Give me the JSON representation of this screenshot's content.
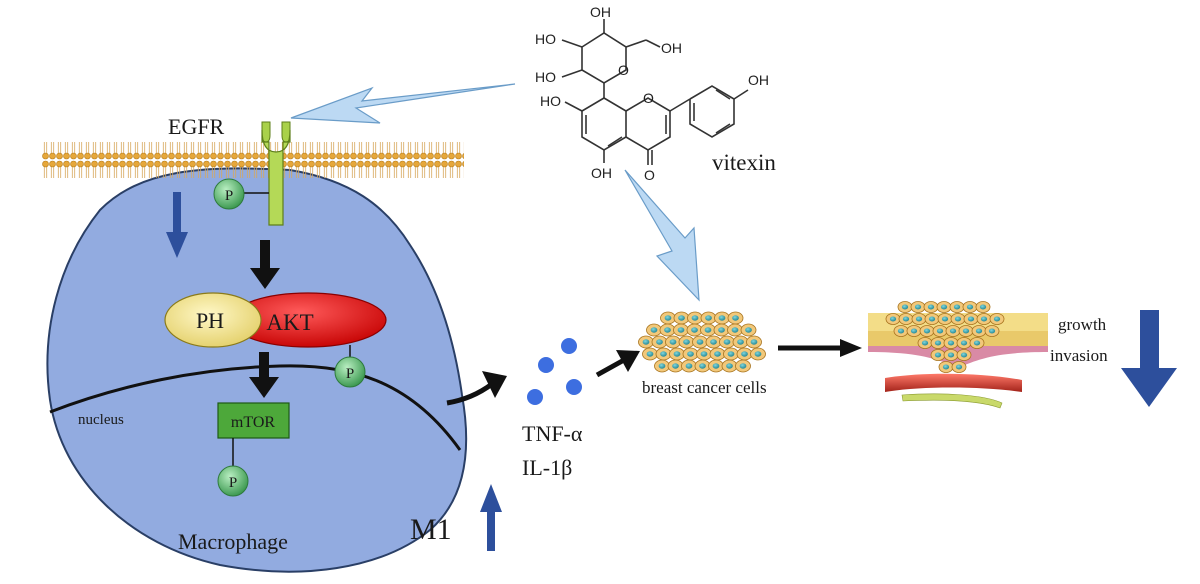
{
  "labels": {
    "egfr": "EGFR",
    "vitexin": "vitexin",
    "ph": "PH",
    "akt": "AKT",
    "nucleus": "nucleus",
    "mtor": "mTOR",
    "macrophage": "Macrophage",
    "m1": "M1",
    "tnf": "TNF-α",
    "il1b": "IL-1β",
    "breast_cancer_cells": "breast cancer cells",
    "growth": "growth",
    "invasion": "invasion",
    "phospho": "P"
  },
  "molecule": {
    "oh": "OH",
    "ho": "HO",
    "o": "O"
  },
  "colors": {
    "macrophage": "#92abe0",
    "akt": "#e01818",
    "ph": "#f2e28c",
    "mtor": "#4da83a",
    "phospho": "#5fbf6e",
    "blue_arrow": "#2d4f9c",
    "light_arrow": "#bcd9f3",
    "cytokine": "#3d6ee0"
  }
}
